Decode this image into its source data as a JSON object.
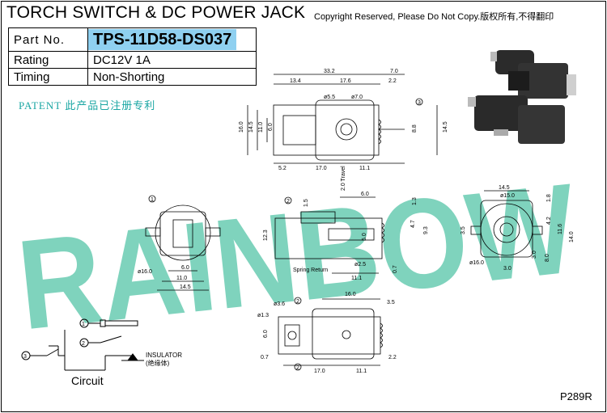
{
  "header": {
    "title": "TORCH SWITCH & DC POWER JACK",
    "copyright": "Copyright Reserved, Please Do Not Copy.版权所有,不得翻印"
  },
  "spec_table": {
    "rows": [
      {
        "label": "Part  No.",
        "value": "TPS-11D58-DS037"
      },
      {
        "label": "Rating",
        "value": "DC12V 1A"
      },
      {
        "label": "Timing",
        "value": "Non-Shorting"
      }
    ],
    "highlight_color": "#8fd0f0"
  },
  "patent": "PATENT 此产品已注册专利",
  "watermark": {
    "text": "RAINBOW",
    "color": "#7fd3bd"
  },
  "drawing_code": "P289R",
  "top_view": {
    "dims": [
      "33.2",
      "7.0",
      "13.4",
      "17.6",
      "2.2",
      "ø5.5",
      "ø7.0",
      "16.0",
      "14.5",
      "11.0",
      "6.0",
      "8.8",
      "14.5",
      "5.2",
      "17.0",
      "11.1"
    ],
    "callout": "3"
  },
  "left_view": {
    "dims": [
      "ø16.0",
      "6.0",
      "11.0",
      "14.5"
    ],
    "callout": "1"
  },
  "side_view": {
    "dims": [
      "2.0 Travel",
      "6.0",
      "1.5",
      "1.3",
      "12.3",
      "4.7",
      "9.3",
      "5.0",
      "ø2.5",
      "11.1",
      "0.7"
    ],
    "callout": "2",
    "note": "Spring Return"
  },
  "right_view": {
    "dims": [
      "14.5",
      "ø15.0",
      "1.8",
      "4.2",
      "11.6",
      "14.0",
      "3.5",
      "3.0",
      "8.0",
      "ø16.0",
      "3.0"
    ]
  },
  "bottom_view": {
    "dims": [
      "ø3.6",
      "ø1.3",
      "16.0",
      "3.5",
      "6.0",
      "0.7",
      "17.0",
      "11.1",
      "2.2"
    ],
    "callouts": [
      "2",
      "2"
    ]
  },
  "circuit": {
    "label": "Circuit",
    "nodes": [
      "1",
      "2",
      "3"
    ],
    "insulator": "INSULATOR",
    "insulator_cn": "(绝缘体)"
  }
}
